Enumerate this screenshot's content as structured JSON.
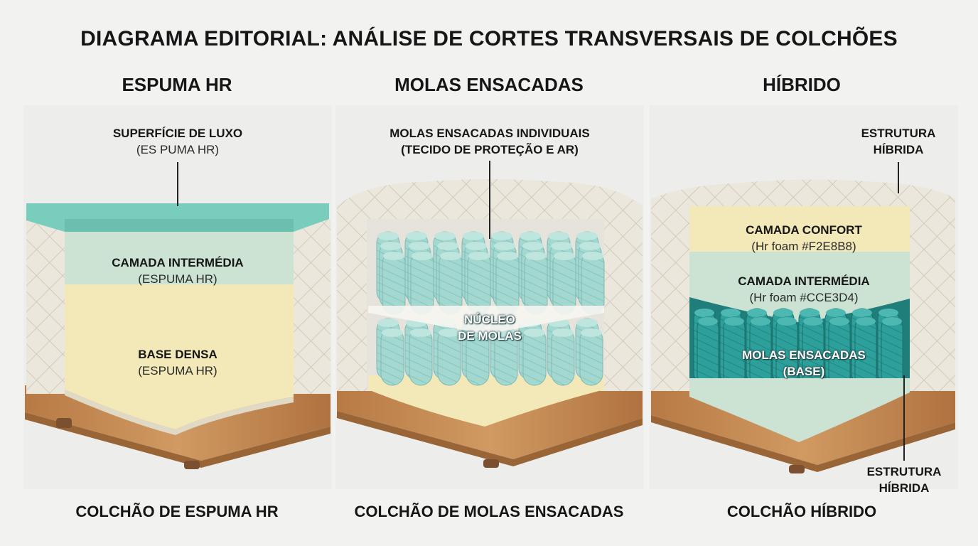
{
  "title": "DIAGRAMA EDITORIAL: ANÁLISE DE CORTES TRANSVERSAIS DE COLCHÕES",
  "colors": {
    "teal": "#79cdbd",
    "mint": "#cce3d4",
    "cream": "#f2e8b8",
    "spring": "#9dd5cf",
    "spring_dark": "#2b9c98",
    "quilt": "#ece7dc",
    "wood": "#c48a52"
  },
  "columns": [
    {
      "heading": "ESPUMA HR",
      "footer": "COLCHÃO DE ESPUMA HR",
      "labels": [
        {
          "title": "SUPERFÍCIE DE LUXO",
          "sub": "(ES PUMA HR)"
        },
        {
          "title": "CAMADA INTERMÉDIA",
          "sub": "(ESPUMA HR)"
        },
        {
          "title": "BASE DENSA",
          "sub": "(ESPUMA HR)"
        }
      ]
    },
    {
      "heading": "MOLAS ENSACADAS",
      "footer": "COLCHÃO DE MOLAS ENSACADAS",
      "labels": [
        {
          "title": "MOLAS ENSACADAS INDIVIDUAIS",
          "sub": "(TECIDO DE PROTEÇÃO E AR)"
        },
        {
          "title": "NÚCLEO",
          "sub": "DE MOLAS"
        }
      ]
    },
    {
      "heading": "HÍBRIDO",
      "footer": "COLCHÃO HÍBRIDO",
      "labels": [
        {
          "title": "ESTRUTURA",
          "sub": "HÍBRIDA"
        },
        {
          "title": "CAMADA CONFORT",
          "sub": "(Hr foam #F2E8B8)"
        },
        {
          "title": "CAMADA INTERMÉDIA",
          "sub": "(Hr foam #CCE3D4)"
        },
        {
          "title": "MOLAS ENSACADAS",
          "sub": "(BASE)"
        },
        {
          "title": "ESTRUTURA",
          "sub": "HÍBRIDA"
        }
      ]
    }
  ]
}
